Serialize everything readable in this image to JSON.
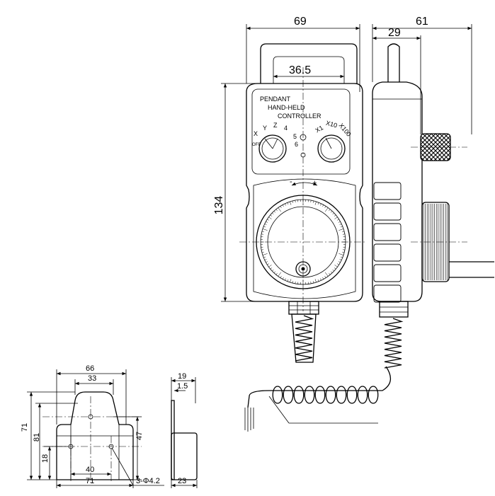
{
  "front_view": {
    "width_dim": "69",
    "window_dim": "36.5",
    "height_dim": "134",
    "panel_text": [
      "PENDANT",
      "HAND-HELD",
      "CONTROLLER"
    ],
    "axis_switch_labels": [
      "X",
      "Y",
      "Z",
      "4",
      "5",
      "6",
      "OFF"
    ],
    "multiplier_labels": [
      "X1",
      "X10",
      "X100"
    ],
    "direction_labels": [
      "-",
      "+"
    ]
  },
  "side_view": {
    "depth_dim": "61",
    "knob_offset_dim": "29"
  },
  "bracket_view": {
    "top_width_dim": "66",
    "top_inner_dim": "33",
    "height_outer_dim": "81",
    "height_dim": "71",
    "right_height_dim": "47",
    "bottom_offset_dim": "18",
    "hole_spacing_dim": "40",
    "bottom_width_dim": "71",
    "hole_callout": "3-Φ4.2"
  },
  "bracket_side_view": {
    "depth_dim": "19",
    "thickness_dim": "1.5",
    "bottom_dim": "23"
  }
}
